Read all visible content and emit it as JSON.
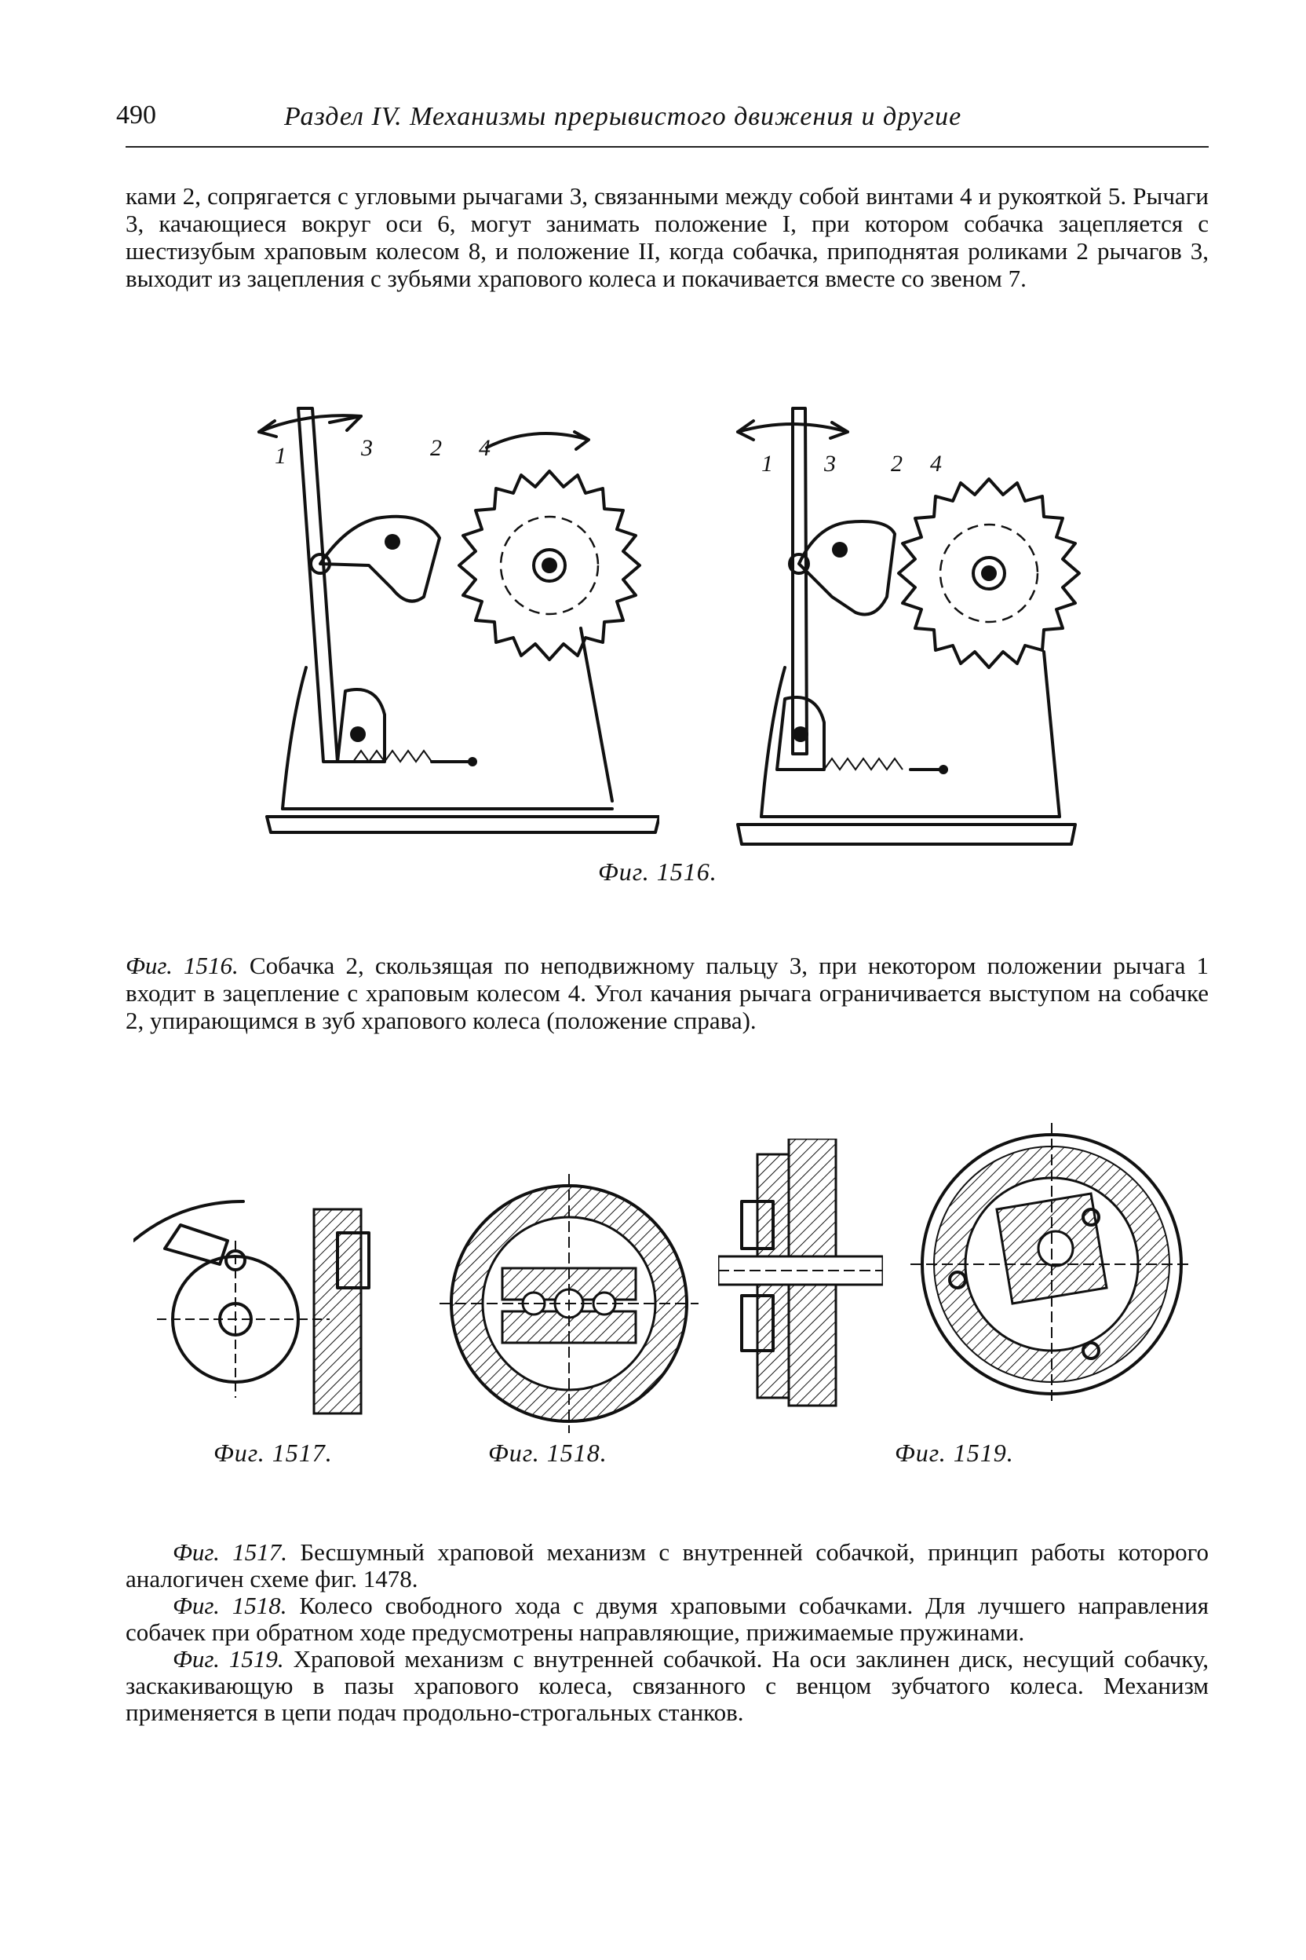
{
  "header": {
    "page_number": "490",
    "running_title": "Раздел IV. Механизмы прерывистого движения и другие"
  },
  "intro_text": "ками 2, сопрягается с угловыми рычагами 3, связанными между собой винтами 4 и рукояткой 5. Рычаги 3, качающиеся вокруг оси 6, могут занимать положение I, при котором собачка зацепляется с шестизубым храповым колесом 8, и положение II, когда собачка, приподнятая роликами 2 рычагов 3, выходит из зацепления с зубьями храпового колеса и покачивается вместе со звеном 7.",
  "fig1516": {
    "labels_left": [
      "1",
      "3",
      "2",
      "4"
    ],
    "labels_right": [
      "1",
      "3",
      "2",
      "4"
    ],
    "caption": "Фиг. 1516.",
    "description_label": "Фиг. 1516.",
    "description": "Собачка 2, скользящая по неподвижному пальцу 3, при некотором положении рычага 1 входит в зацепление с храповым колесом 4. Угол качания рычага ограничивается выступом на собачке 2, упирающимся в зуб храпового колеса (положение справа)."
  },
  "small_figs": {
    "captions": [
      "Фиг. 1517.",
      "Фиг. 1518.",
      "Фиг. 1519."
    ]
  },
  "descriptions": [
    {
      "label": "Фиг. 1517.",
      "text": "Бесшумный храповой механизм с внутренней собачкой, принцип работы которого аналогичен схеме фиг. 1478."
    },
    {
      "label": "Фиг. 1518.",
      "text": "Колесо свободного хода с двумя храповыми собачками. Для лучшего направления собачек при обратном ходе предусмотрены направляющие, прижимаемые пружинами."
    },
    {
      "label": "Фиг. 1519.",
      "text": "Храповой механизм с внутренней собачкой. На оси заклинен диск, несущий собачку, заскакивающую в пазы храпового колеса, связанного с венцом зубчатого колеса. Механизм применяется в цепи подач продольно-строгальных станков."
    }
  ]
}
